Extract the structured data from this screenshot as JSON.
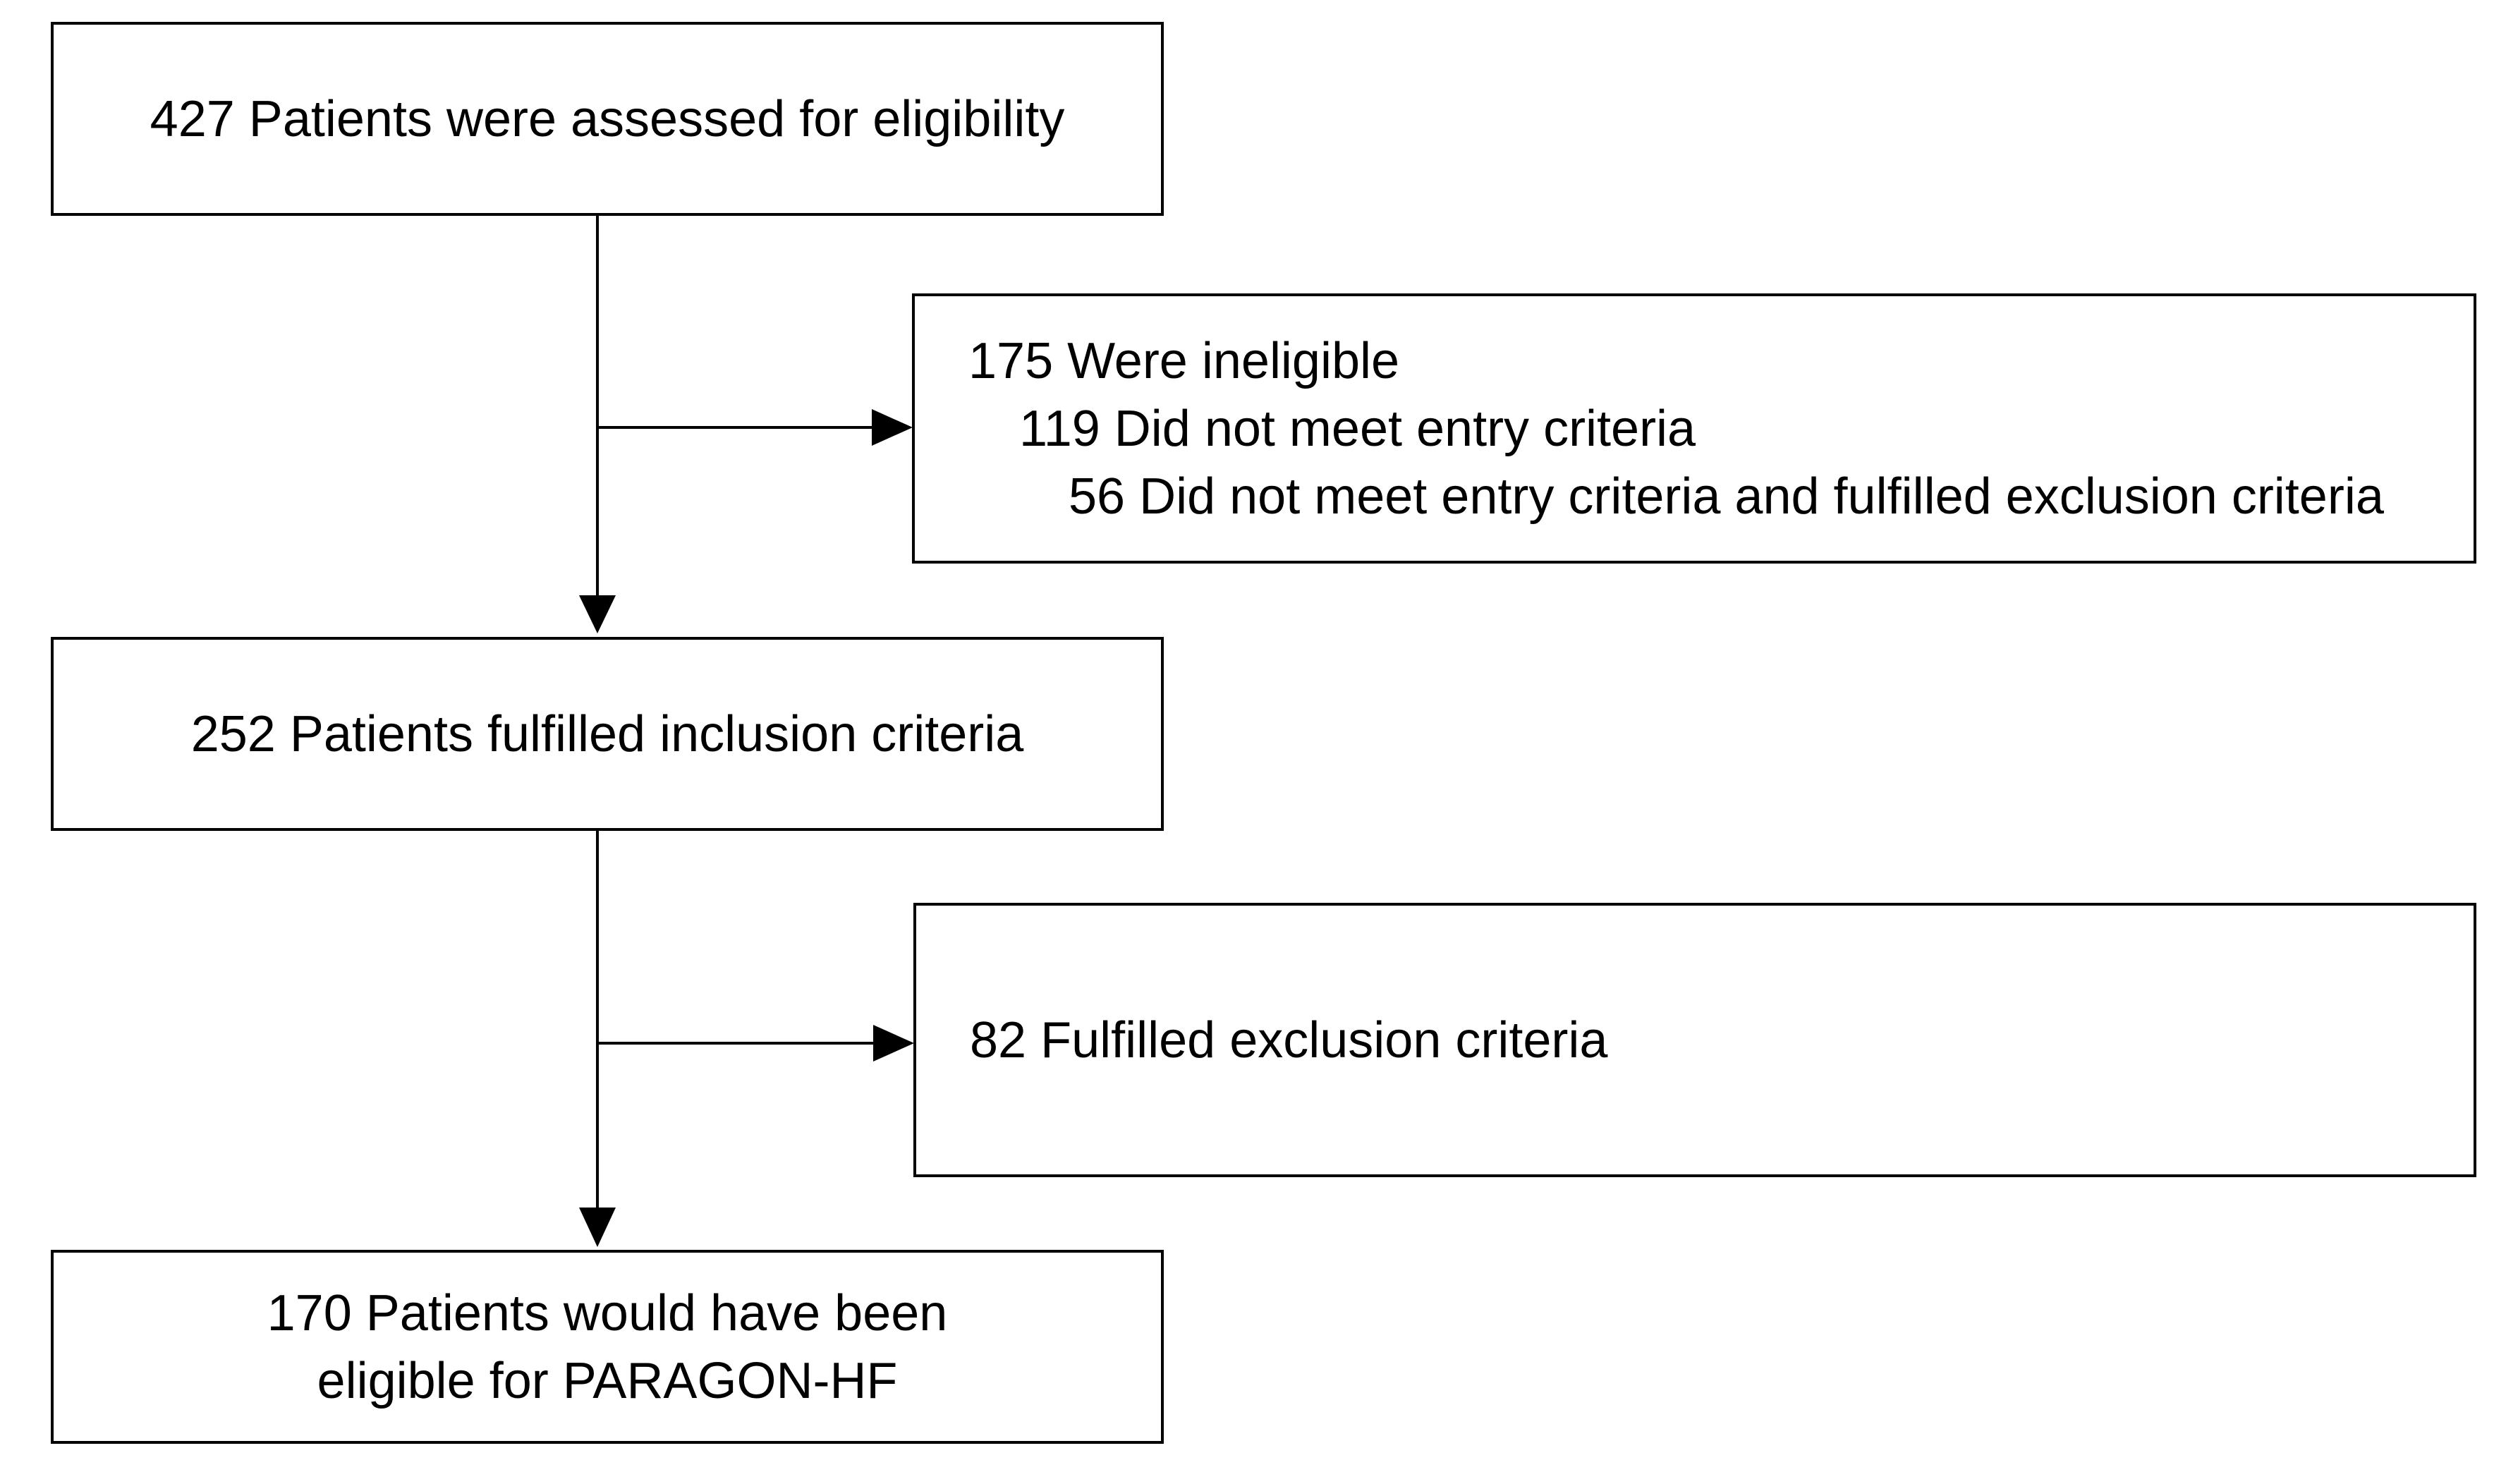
{
  "flowchart": {
    "box_assessed": "427 Patients were assessed for eligibility",
    "box_ineligible": {
      "line1": "175 Were ineligible",
      "line2": "119 Did not meet entry criteria",
      "line3": "56 Did not meet entry criteria and fulfilled exclusion criteria"
    },
    "box_inclusion": "252 Patients fulfilled inclusion criteria",
    "box_exclusion": "82 Fulfilled exclusion criteria",
    "box_eligible": {
      "line1": "170 Patients would have been",
      "line2": "eligible for PARAGON-HF"
    }
  },
  "colors": {
    "stroke": "#000000",
    "background": "#ffffff"
  }
}
